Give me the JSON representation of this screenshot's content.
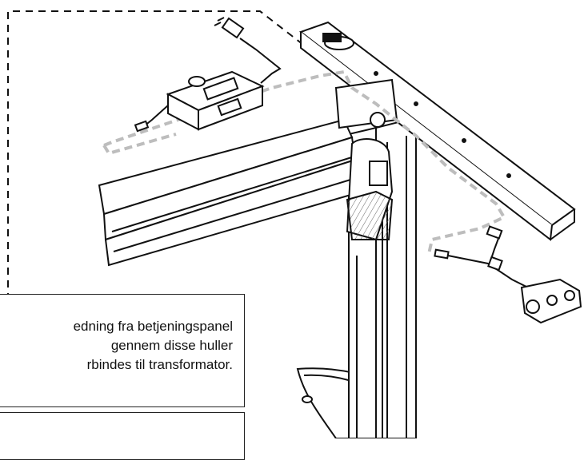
{
  "colors": {
    "ink": "#111111",
    "cable_route": "#bdbdbd",
    "paper": "#ffffff"
  },
  "icons": [
    "power-plug-icon",
    "transformer-box-icon",
    "control-panel-icon"
  ],
  "callout_primary": {
    "lines": [
      "edning fra betjeningspanel",
      "gennem disse huller",
      "rbindes til transformator."
    ]
  },
  "callout_secondary": {
    "lines": []
  }
}
